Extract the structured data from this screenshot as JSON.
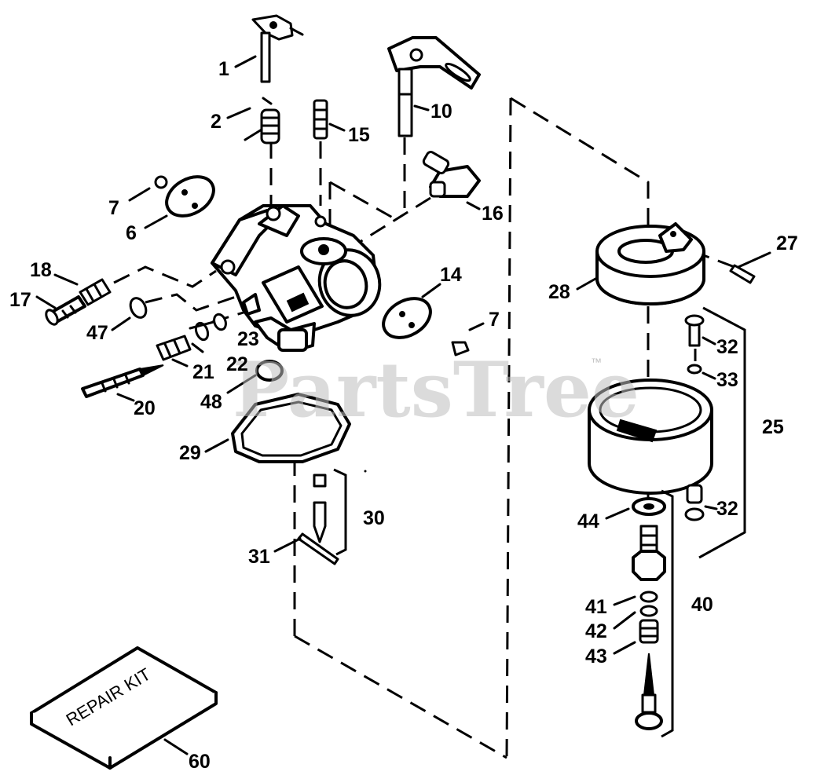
{
  "watermark": {
    "brand": "PartsTree",
    "tm": "™"
  },
  "repair_kit_label": "REPAIR KIT",
  "callouts": {
    "c1": "1",
    "c2": "2",
    "c6": "6",
    "c7a": "7",
    "c7b": "7",
    "c10": "10",
    "c14": "14",
    "c15": "15",
    "c16": "16",
    "c17": "17",
    "c18": "18",
    "c20": "20",
    "c21": "21",
    "c22": "22",
    "c23": "23",
    "c25": "25",
    "c27": "27",
    "c28": "28",
    "c29": "29",
    "c30": "30",
    "c31": "31",
    "c32a": "32",
    "c32b": "32",
    "c33": "33",
    "c40": "40",
    "c41": "41",
    "c42": "42",
    "c43": "43",
    "c44": "44",
    "c47": "47",
    "c48": "48",
    "c60": "60"
  }
}
